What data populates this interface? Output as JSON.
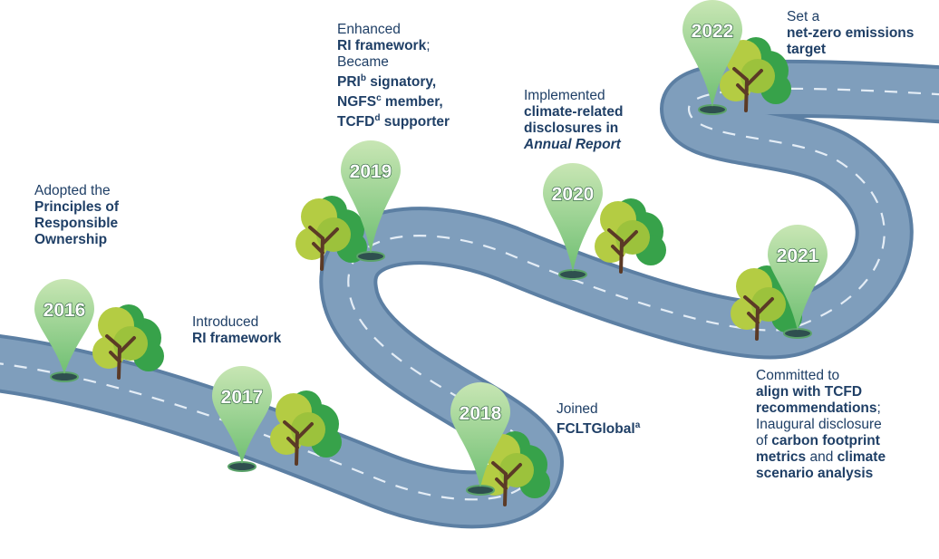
{
  "colors": {
    "road": "#7f9ebc",
    "road_edge": "#5c7fa3",
    "road_dash": "#e4edf6",
    "pin_light": "#c8e6b4",
    "pin_dark": "#6fbf72",
    "tree_light": "#b4cc43",
    "tree_dark": "#37a24a",
    "trunk": "#5b3a26",
    "text": "#1f3f66"
  },
  "milestones": [
    {
      "year": "2016",
      "lines": [
        {
          "parts": [
            {
              "t": "Adopted the"
            }
          ]
        },
        {
          "parts": [
            {
              "t": "Principles of",
              "s": "b"
            }
          ]
        },
        {
          "parts": [
            {
              "t": "Responsible",
              "s": "b"
            }
          ]
        },
        {
          "parts": [
            {
              "t": "Ownership",
              "s": "b"
            }
          ]
        }
      ]
    },
    {
      "year": "2017",
      "lines": [
        {
          "parts": [
            {
              "t": "Introduced"
            }
          ]
        },
        {
          "parts": [
            {
              "t": "RI framework",
              "s": "b"
            }
          ]
        }
      ]
    },
    {
      "year": "2018",
      "lines": [
        {
          "parts": [
            {
              "t": "Joined"
            }
          ]
        },
        {
          "parts": [
            {
              "t": "FCLTGlobal",
              "s": "b"
            },
            {
              "t": "a",
              "s": "sup"
            }
          ]
        }
      ]
    },
    {
      "year": "2019",
      "lines": [
        {
          "parts": [
            {
              "t": "Enhanced"
            }
          ]
        },
        {
          "parts": [
            {
              "t": "RI framework",
              "s": "b"
            },
            {
              "t": ";"
            }
          ]
        },
        {
          "parts": [
            {
              "t": "Became"
            }
          ]
        },
        {
          "parts": [
            {
              "t": "PRI",
              "s": "b"
            },
            {
              "t": "b",
              "s": "sup"
            },
            {
              "t": " signatory,",
              "s": "b"
            }
          ]
        },
        {
          "parts": [
            {
              "t": "NGFS",
              "s": "b"
            },
            {
              "t": "c",
              "s": "sup"
            },
            {
              "t": " member,",
              "s": "b"
            }
          ]
        },
        {
          "parts": [
            {
              "t": "TCFD",
              "s": "b"
            },
            {
              "t": "d",
              "s": "sup"
            },
            {
              "t": " supporter",
              "s": "b"
            }
          ]
        }
      ]
    },
    {
      "year": "2020",
      "lines": [
        {
          "parts": [
            {
              "t": "Implemented"
            }
          ]
        },
        {
          "parts": [
            {
              "t": "climate-related",
              "s": "b"
            }
          ]
        },
        {
          "parts": [
            {
              "t": "disclosures in",
              "s": "b"
            }
          ]
        },
        {
          "parts": [
            {
              "t": "Annual Report",
              "s": "i"
            }
          ]
        }
      ]
    },
    {
      "year": "2021",
      "lines": [
        {
          "parts": [
            {
              "t": "Committed to"
            }
          ]
        },
        {
          "parts": [
            {
              "t": "align with TCFD",
              "s": "b"
            }
          ]
        },
        {
          "parts": [
            {
              "t": "recommendations",
              "s": "b"
            },
            {
              "t": ";"
            }
          ]
        },
        {
          "parts": [
            {
              "t": "Inaugural disclosure"
            }
          ]
        },
        {
          "parts": [
            {
              "t": "of "
            },
            {
              "t": "carbon footprint",
              "s": "b"
            }
          ]
        },
        {
          "parts": [
            {
              "t": "metrics",
              "s": "b"
            },
            {
              "t": " and "
            },
            {
              "t": "climate",
              "s": "b"
            }
          ]
        },
        {
          "parts": [
            {
              "t": "scenario analysis",
              "s": "b"
            }
          ]
        }
      ]
    },
    {
      "year": "2022",
      "lines": [
        {
          "parts": [
            {
              "t": "Set a"
            }
          ]
        },
        {
          "parts": [
            {
              "t": "net-zero emissions",
              "s": "b"
            }
          ]
        },
        {
          "parts": [
            {
              "t": "target",
              "s": "b"
            }
          ]
        }
      ]
    }
  ]
}
